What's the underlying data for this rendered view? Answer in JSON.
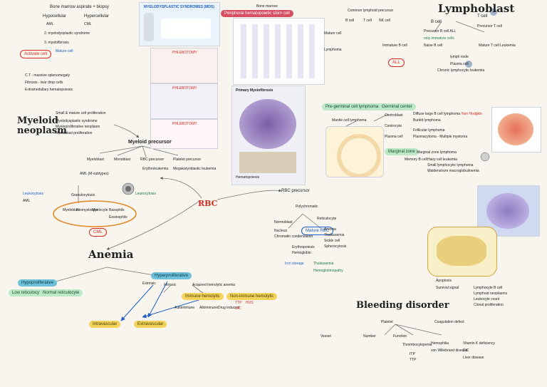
{
  "titles": {
    "lymphoblast": "Lymphoblast",
    "myeloid": "Myeloid\nneoplasm",
    "rbc": "RBC",
    "anemia": "Anemia",
    "bleeding": "Bleeding disorder"
  },
  "topleft": {
    "bm_title": "Bone marrow aspirate + biopsy",
    "hypocellular": "Hypocellular",
    "hypercellular": "Hypercellular",
    "aml": "AML",
    "cml": "CML",
    "myelodysplastic": "2. myelodysplastic syndrome",
    "myelofibrosis": "3. myelofibrosis",
    "activate_cell": "Activate cell",
    "mature_cell": "Mature cell",
    "notes1": "C.T - massive splenomegaly",
    "notes2": "Fibrosis - tear drop cells",
    "notes3": "Extramedullary hematopoiesis"
  },
  "mds_poster": {
    "title": "MYELODYSPLASTIC SYNDROMES (MDS)",
    "subtitle": "Peripheral hematopoietic stem cell"
  },
  "bone_marrow_label": "Bone marrow",
  "phlebotomy_labels": [
    "PHLEBOTOMY",
    "PHLEBOTOMY",
    "PHLEBOTOMY"
  ],
  "marrow_panel": {
    "title": "Primary Myelofibrosis",
    "caption": "Hematopoiesis"
  },
  "lymph_middle": {
    "l1": "Common lymphoid precursor",
    "b": "B cell",
    "t": "T cell",
    "nk": "NK cell",
    "l2": "Mature cell",
    "l3": "Lymphoma"
  },
  "lymphoblast_tree": {
    "bcell": "B cell",
    "tcell": "T cell",
    "precursor_b": "Precursor B cell ALL",
    "precursor_t": "Precursor T cell",
    "all_note": "only immature cells",
    "mature_b": "Immature B cell",
    "naive_b": "Naive B cell",
    "mature_t": "Mature T cell Leukemia",
    "all": "ALL",
    "cll": "Chronic lymphocytic leukemia",
    "lymph_node": "lymph node",
    "plasma": "Plasma cell"
  },
  "lymphoma": {
    "gc": "Germinal center",
    "pre_gc": "Pre-germinal cell lymphoma",
    "mantle": "Mantle cell lymphoma",
    "centroblast": "Centroblast",
    "centrocyte": "Centrocyte",
    "diffuse": "Diffuse large B cell lymphoma",
    "burkitt": "Burkitt lymphoma",
    "follicular": "Follicular lymphoma",
    "plasma": "Plasma cell",
    "plasmacytoma": "Plasmacytoma - Multiple myeloma",
    "marginal": "Marginal zone",
    "mz_lymphoma": "Marginal zone lymphoma",
    "memory": "Memory B cell",
    "hairy": "Hairy cell leukemia",
    "small": "Small lymphocytic lymphoma",
    "waldenstrom": "Waldenstrom macroglobulinemia",
    "non_hodgkin": "Non Hodgkin"
  },
  "myeloid": {
    "l1": "Small & mature cell proliferation",
    "l2": "Myelodysplastic syndrome",
    "l3": "Myeloproliferative neoplasm",
    "l4": "Myeloblast proliferation",
    "precursor": "Myeloid precursor",
    "sub1": "Myeloblast",
    "sub2": "Monoblast",
    "sub3": "RBC precursor",
    "sub4": "Platelet precursor",
    "t1": "AML (M-subtypes)",
    "t2": "Granulocytosis",
    "t3": "Erythroleukemia",
    "t4": "Megakaryoblastic leukemia",
    "cells": [
      "Myeloblast",
      "Promyelocyte",
      "Myelocyte",
      "Basophils",
      "Eosinophils"
    ],
    "cml": "CML",
    "leuko": "Leukocytosis",
    "leuko_sub": "AML"
  },
  "rbc_precursor": {
    "title": "RBC precursor",
    "poly": "Polychromatic",
    "reticulo": "Reticulocyte",
    "normo": "Normoblast",
    "eryth": "Erythropoiesis",
    "nucleus": "Nucleus",
    "mature": "Mature RBC",
    "hemo": "Hemoglobin",
    "condense": "Chromatin condensation",
    "n1": "Anemia",
    "n2": "Thalassemia",
    "n3": "Sickle cell",
    "n4": "Spherocytosis",
    "green1": "Iron storage",
    "green2": "Thalassemia",
    "green3": "Hemoglobinopathy"
  },
  "anemia": {
    "hypo": "Hypoproliferative",
    "hyper": "Hyperproliferative",
    "low_retic": "Low reticulocyte",
    "normo_retic": "Normal reticulocyte",
    "intrinsic": "Intrinsic",
    "extrinsic": "Extrinsic",
    "acquired": "Acquired hemolytic anemia",
    "immune": "Immune hemolytic",
    "nonimmune": "Non-immune hemolytic",
    "intravasc": "Intravascular",
    "extravasc": "Extravascular",
    "autoimmune": "Autoimmune",
    "alloimmune": "Alloimmune",
    "drug": "Drug induced",
    "ttp": "TTP",
    "hus": "HUS",
    "dic": "DIC"
  },
  "bleeding": {
    "platelet": "Platelet",
    "coag": "Coagulation defect",
    "vessel": "Vessel",
    "number": "Number",
    "function": "Function",
    "thrombo": "Thrombocytopenia",
    "itp": "ITP",
    "ttp": "TTP",
    "hemophilia": "Hemophilia",
    "vwd": "von Willebrand disease",
    "vitk": "Vitamin K deficiency",
    "dic": "DIC",
    "liver": "Liver disease"
  },
  "cell_panel": {
    "apoptosis": "Apoptosis",
    "survival": "Survival signal",
    "items": [
      "Lymphocyte B cell",
      "Lymphoid neoplasms",
      "Leukocyte count",
      "Clonal proliferation"
    ]
  }
}
